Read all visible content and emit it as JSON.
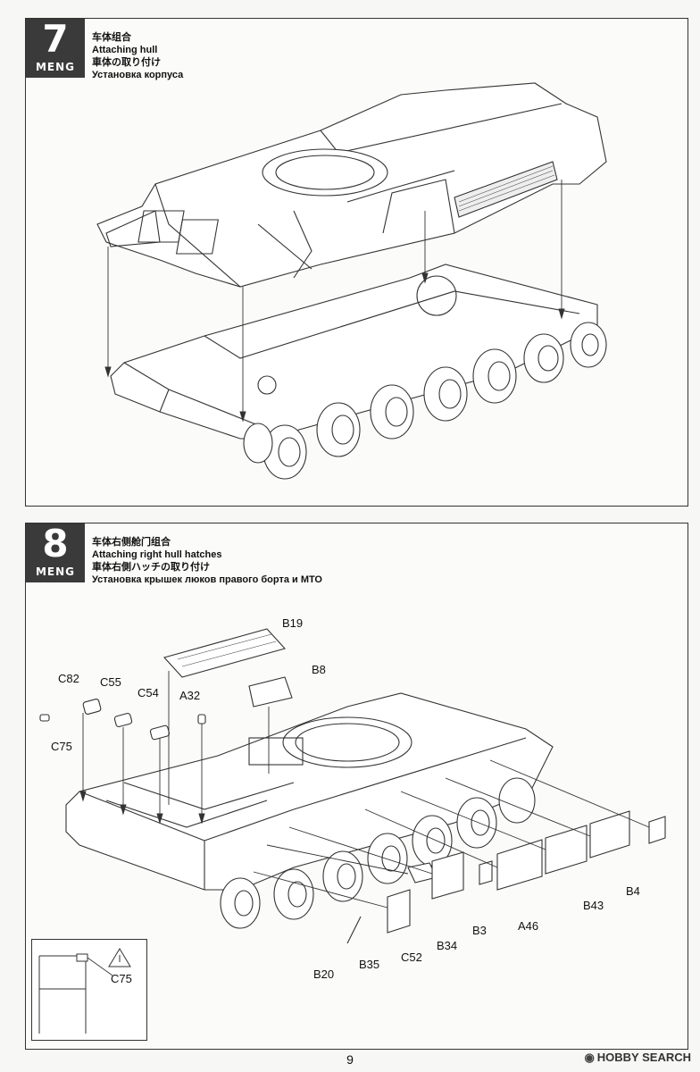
{
  "brand": "MENG",
  "steps": [
    {
      "number": "7",
      "title_zh": "车体组合",
      "title_en": "Attaching hull",
      "title_ja": "車体の取り付け",
      "title_ru": "Установка корпуса"
    },
    {
      "number": "8",
      "title_zh": "车体右侧舱门组合",
      "title_en": "Attaching right hull hatches",
      "title_ja": "車体右側ハッチの取り付け",
      "title_ru": "Установка крышек люков правого борта и МТО",
      "part_labels": {
        "b19": "B19",
        "b8": "B8",
        "c82": "C82",
        "c55": "C55",
        "c54": "C54",
        "a32": "A32",
        "c75": "C75",
        "b20": "B20",
        "b35": "B35",
        "c52": "C52",
        "b34": "B34",
        "b3": "B3",
        "a46": "A46",
        "b43": "B43",
        "b4": "B4",
        "inset_c75": "C75"
      }
    }
  ],
  "page_number": "9",
  "watermark": "HOBBY SEARCH",
  "colors": {
    "badge": "#3a3a3a",
    "line": "#333333"
  }
}
